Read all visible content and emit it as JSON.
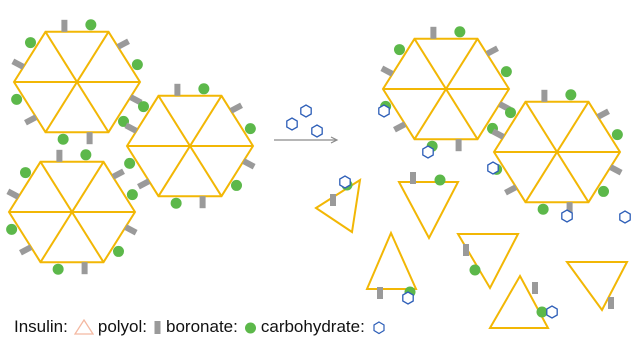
{
  "legend": {
    "insulin_label": "Insulin:",
    "polyol_label": "polyol:",
    "boronate_label": "boronate:",
    "carbohydrate_label": "carbohydrate:"
  },
  "icons": {
    "insulin": "triangle-outline-icon",
    "polyol": "gray-bar-icon",
    "boronate": "green-dot-icon",
    "carbohydrate": "hexagon-outline-icon",
    "reaction_arrow": "arrow-right-icon"
  },
  "colors": {
    "insulin_yellow": "#f2b705",
    "insulin_legend": "#f4b9a2",
    "polyol_gray": "#9a9a9a",
    "boronate_green": "#5cb84a",
    "carbohydrate_blue": "#2e5fb8",
    "arrow_gray": "#8a8a8a"
  }
}
